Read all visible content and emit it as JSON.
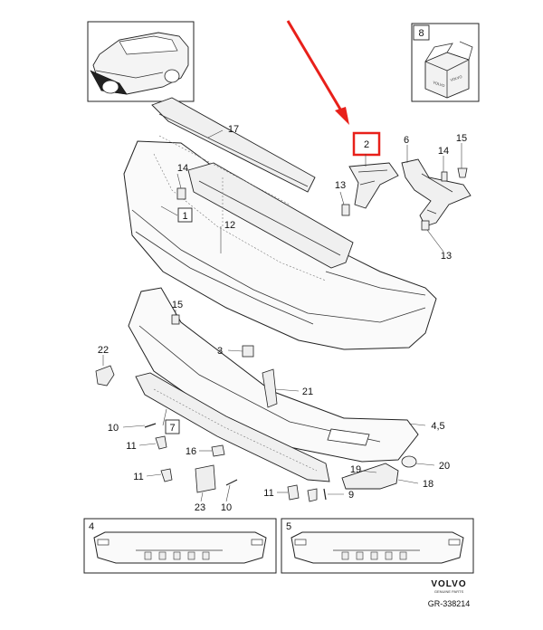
{
  "callouts": {
    "c17": "17",
    "c14a": "14",
    "c1": "1",
    "c12": "12",
    "c2": "2",
    "c6": "6",
    "c14b": "14",
    "c15a": "15",
    "c13a": "13",
    "c13b": "13",
    "c15b": "15",
    "c22": "22",
    "c3": "3",
    "c21": "21",
    "c45": "4,5",
    "c10a": "10",
    "c7": "7",
    "c11a": "11",
    "c16": "16",
    "c11b": "11",
    "c19": "19",
    "c20": "20",
    "c18": "18",
    "c9": "9",
    "c11c": "11",
    "c23": "23",
    "c10b": "10",
    "c8": "8",
    "c4": "4",
    "c5": "5"
  },
  "highlight_color": "#e8201a",
  "footer": {
    "brand": "VOLVO",
    "brand_sub": "GENUINE PARTS",
    "doc_id": "GR-338214"
  }
}
